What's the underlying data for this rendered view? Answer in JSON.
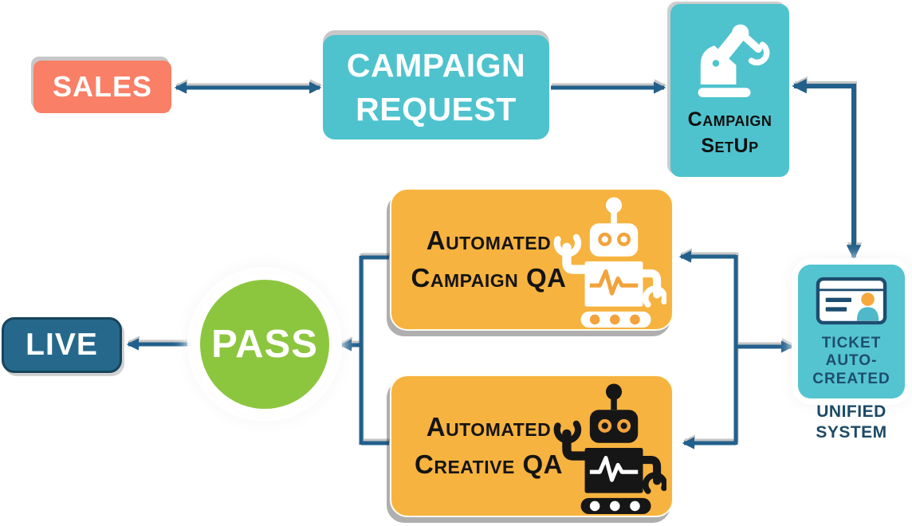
{
  "title": "Automated campaign QA flowchart",
  "colors": {
    "coral": "#F97F66",
    "teal": "#4EC3CE",
    "ticket_teal": "#55C4D1",
    "amber": "#F7B33F",
    "green": "#8CC63F",
    "live_blue": "#26688C",
    "connector_blue": "#21618C",
    "navy_text": "#1D4D70",
    "black_text": "#141414"
  },
  "nodes": {
    "sales": {
      "label": "SALES"
    },
    "campaign_request": {
      "line1": "CAMPAIGN",
      "line2": "REQUEST"
    },
    "campaign_setup": {
      "line1": "Campaign",
      "line2": "SetUp",
      "icon": "robot-arm-icon"
    },
    "ticket": {
      "line1": "TICKET",
      "line2": "AUTO-",
      "line3": "CREATED",
      "icon": "ticket-id-card-icon"
    },
    "unified_system": {
      "line1": "UNIFIED",
      "line2": "SYSTEM"
    },
    "campaign_qa": {
      "line1": "Automated",
      "line2": "Campaign QA",
      "icon": "robot-icon"
    },
    "creative_qa": {
      "line1": "Automated",
      "line2": "Creative QA",
      "icon": "robot-icon"
    },
    "pass": {
      "label": "PASS"
    },
    "live": {
      "label": "LIVE"
    }
  },
  "edges": [
    "SALES → CAMPAIGN REQUEST",
    "CAMPAIGN REQUEST → CAMPAIGN SETUP",
    "CAMPAIGN SETUP → TICKET AUTO-CREATED",
    "TICKET AUTO-CREATED → AUTOMATED CAMPAIGN QA",
    "TICKET AUTO-CREATED → AUTOMATED CREATIVE QA",
    "AUTOMATED CAMPAIGN QA / AUTOMATED CREATIVE QA → PASS",
    "PASS → LIVE"
  ]
}
